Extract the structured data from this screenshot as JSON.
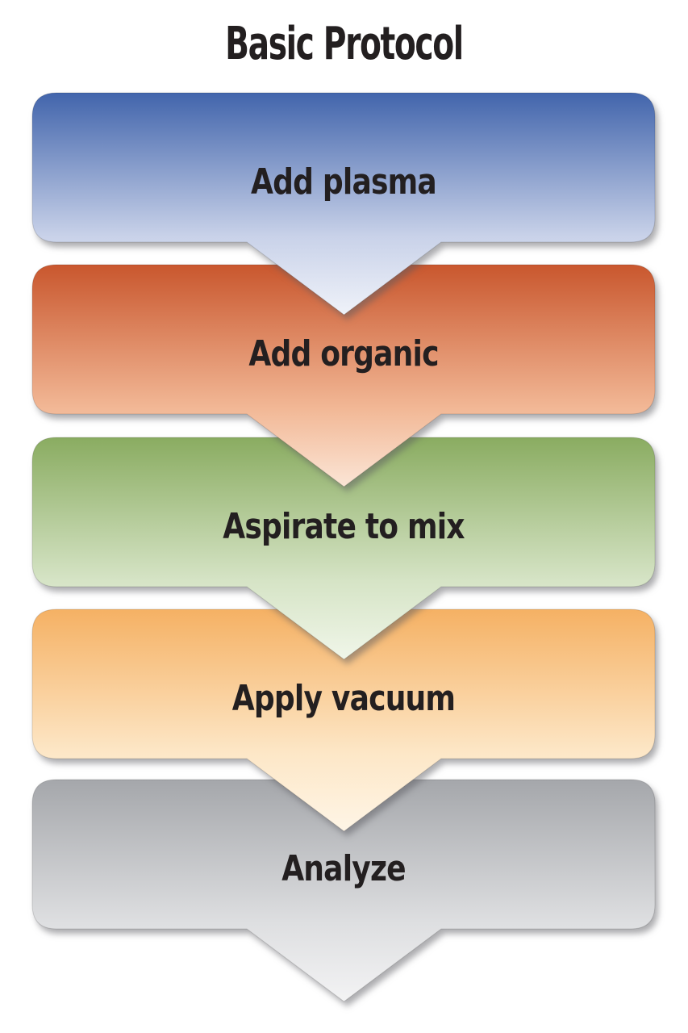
{
  "title": "Basic Protocol",
  "colors": {
    "background": "#ffffff",
    "text": "#231f20"
  },
  "steps": [
    {
      "label": "Add plasma",
      "color_top": "#4265AC",
      "color_bottom": "#C9D2E9",
      "color_tip": "#EFF2F9"
    },
    {
      "label": "Add organic",
      "color_top": "#C9572E",
      "color_bottom": "#F2B896",
      "color_tip": "#FBE5D6"
    },
    {
      "label": "Aspirate to mix",
      "color_top": "#8AAC61",
      "color_bottom": "#D6E4C6",
      "color_tip": "#F0F6E9"
    },
    {
      "label": "Apply vacuum",
      "color_top": "#F5B164",
      "color_bottom": "#FDE7C7",
      "color_tip": "#FEF5E6"
    },
    {
      "label": "Analyze",
      "color_top": "#A5A7AB",
      "color_bottom": "#DEDFE1",
      "color_tip": "#F3F3F4"
    }
  ]
}
